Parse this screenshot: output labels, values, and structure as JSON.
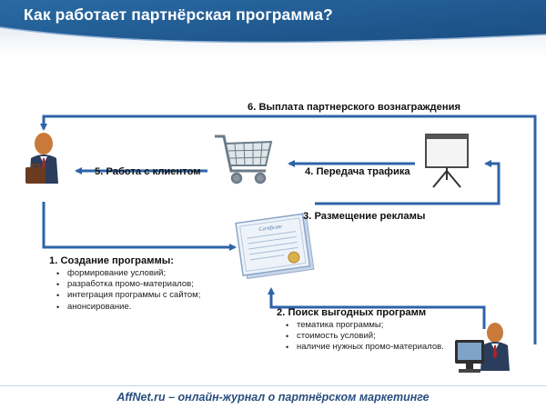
{
  "header": {
    "title": "Как работает партнёрская программа?"
  },
  "steps": {
    "step1": {
      "title": "1. Создание программы:",
      "bullets": [
        "формирование условий;",
        "разработка промо-материалов;",
        "интеграция программы с сайтом;",
        "анонсирование."
      ]
    },
    "step2": {
      "title": "2. Поиск выгодных программ",
      "bullets": [
        "тематика программы;",
        "стоимость условий;",
        "наличие нужных промо-материалов."
      ]
    },
    "step3": {
      "title": "3. Размещение рекламы"
    },
    "step4": {
      "title": "4. Передача трафика"
    },
    "step5": {
      "title": "5. Работа с клиентом"
    },
    "step6": {
      "title": "6. Выплата партнерского вознаграждения"
    }
  },
  "certificate": {
    "heading": "Certificate"
  },
  "footer": {
    "text": "AffNet.ru – онлайн-журнал о партнёрском маркетинге"
  },
  "colors": {
    "header": "#1f5b93",
    "arrow": "#2d64a8",
    "footer_text": "#2a4f7e"
  },
  "icons": [
    "businessman-icon",
    "shopping-cart-icon",
    "projector-screen-icon",
    "certificate-icon",
    "computer-user-icon"
  ]
}
